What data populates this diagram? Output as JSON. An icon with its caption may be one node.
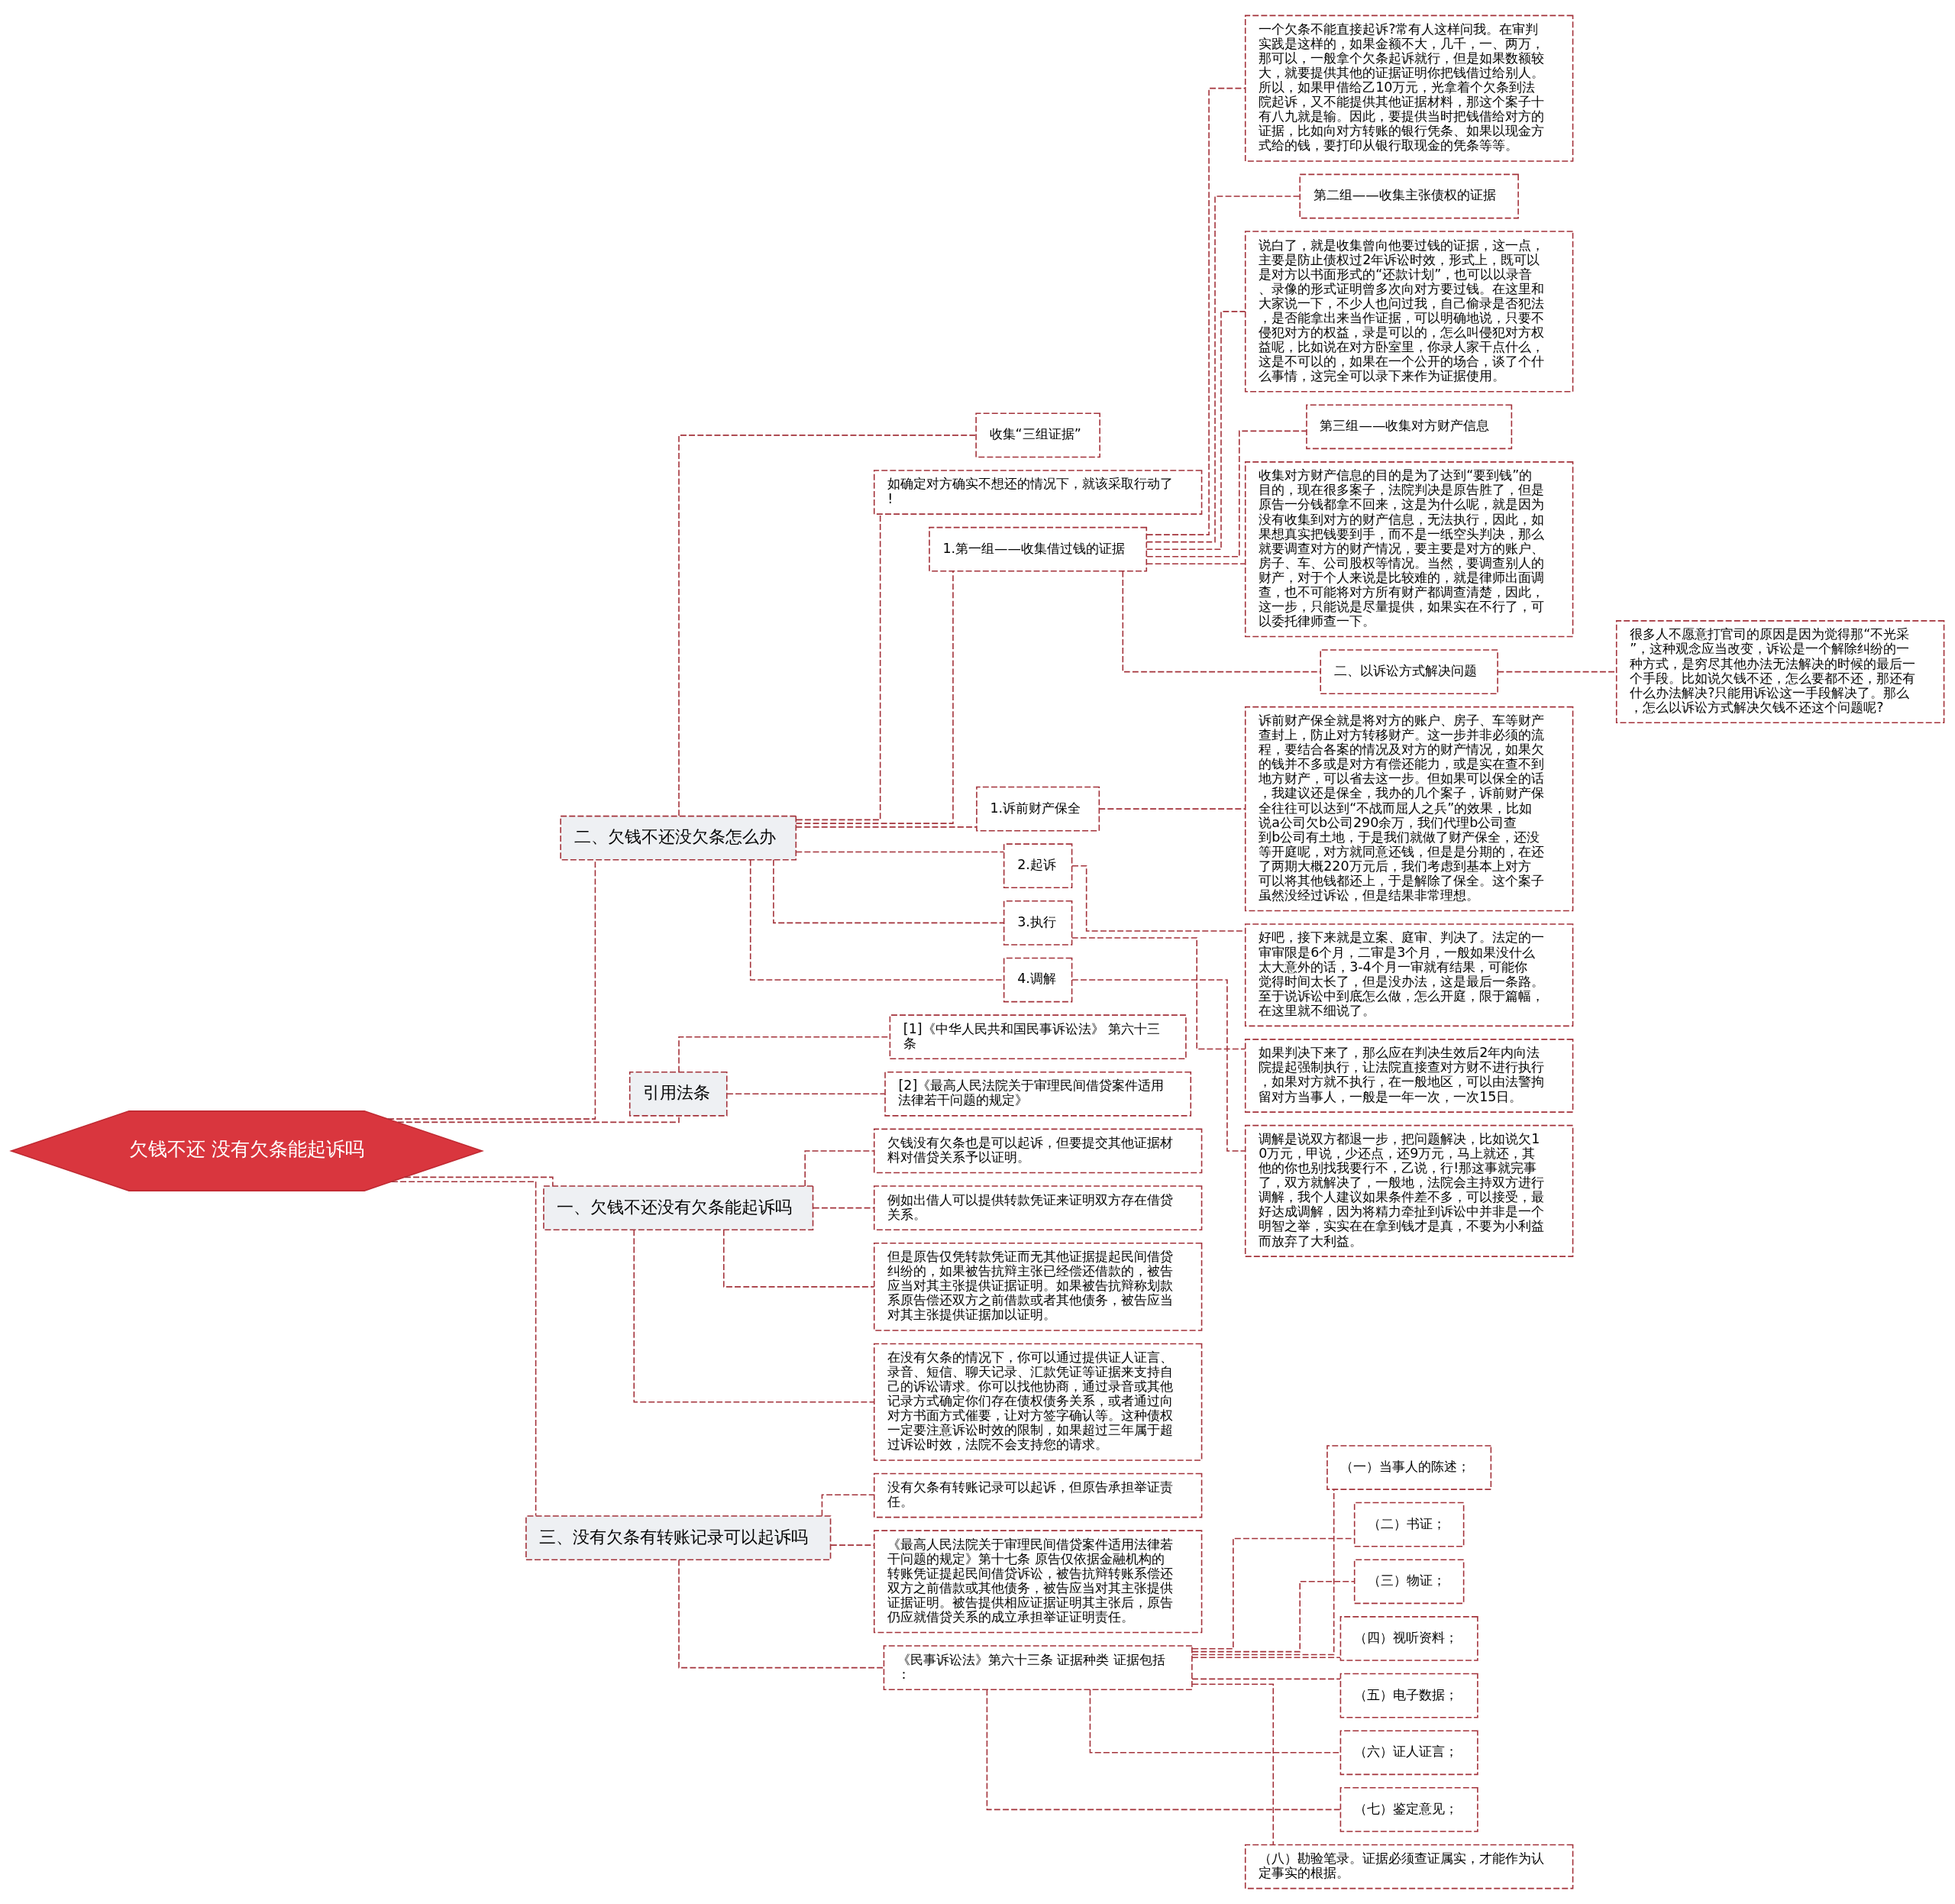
{
  "diagram": {
    "nodes": [
      {
        "text": [
          "欠钱不还 没有欠条能起诉吗"
        ]
      },
      {
        "text": [
          "二、欠钱不还没欠条怎么办"
        ]
      },
      {
        "text": [
          "收集“三组证据”"
        ]
      },
      {
        "text": [
          "如确定对方确实不想还的情况下，就该采取行动了!"
        ]
      },
      {
        "text": [
          "1.第一组——收集借过钱的证据"
        ]
      },
      {
        "text": [
          "一个欠条不能直接起诉?常有人这样问我。在审判实践是这样的，如果金额不大，几千，一、两万，那可以，一般拿个欠条起诉就行，但是如果数额较大，就要提供其他的证据证明你把钱借过给别人。所以，如果甲借给乙10万元，光拿着个欠条到法院起诉，又不能提供其他证据材料，那这个案子十有八九就是输。因此，要提供当时把钱借给对方的证据，比如向对方转账的银行凭条、如果以现金方式给的钱，要打印从银行取现金的凭条等等。"
        ]
      },
      {
        "text": [
          "第二组——收集主张债权的证据"
        ]
      },
      {
        "text": [
          "说白了，就是收集曾向他要过钱的证据，这一点，主要是防止债权过2年诉讼时效，形式上，既可以是对方以书面形式的“还款计划”，也可以以录音、录像的形式证明曾多次向对方要过钱。在这里和大家说一下，不少人也问过我，自己偷录是否犯法，是否能拿出来当作证据，可以明确地说，只要不侵犯对方的权益，录是可以的，怎么叫侵犯对方权益呢，比如说在对方卧室里，你录人家干点什么，这是不可以的，如果在一个公开的场合，谈了个什么事情，这完全可以录下来作为证据使用。"
        ]
      },
      {
        "text": [
          "第三组——收集对方财产信息"
        ]
      },
      {
        "text": [
          "收集对方财产信息的目的是为了达到“要到钱”的目的，现在很多案子，法院判决是原告胜了，但是原告一分钱都拿不回来，这是为什么呢，就是因为没有收集到对方的财产信息，无法执行，因此，如果想真实把钱要到手，而不是一纸空头判决，那么就要调查对方的财产情况，要主要是对方的账户、房子、车、公司股权等情况。当然，要调查别人的财产，对于个人来说是比较难的，就是律师出面调查，也不可能将对方所有财产都调查清楚，因此，这一步，只能说是尽量提供，如果实在不行了，可以委托律师查一下。"
        ]
      },
      {
        "text": [
          "二、以诉讼方式解决问题"
        ]
      },
      {
        "text": [
          "很多人不愿意打官司的原因是因为觉得那“不光采”，这种观念应当改变，诉讼是一个解除纠纷的一种方式，是穷尽其他办法无法解决的时候的最后一个手段。比如说欠钱不还，怎么要都不还，那还有什么办法解决?只能用诉讼这一手段解决了。那么，怎么以诉讼方式解决欠钱不还这个问题呢?"
        ]
      },
      {
        "text": [
          "1.诉前财产保全"
        ]
      },
      {
        "text": [
          "诉前财产保全就是将对方的账户、房子、车等财产查封上，防止对方转移财产。这一步并非必须的流程，要结合各案的情况及对方的财产情况，如果欠的钱并不多或是对方有偿还能力，或是实在查不到地方财产，可以省去这一步。但如果可以保全的话，我建议还是保全，我办的几个案子，诉前财产保全往往可以达到“不战而屈人之兵”的效果，比如说a公司欠b公司290余万，我们代理b公司查到b公司有土地，于是我们就做了财产保全，还没等开庭呢，对方就同意还钱，但是是分期的，在还了两期大概220万元后，我们考虑到基本上对方可以将其他钱都还上，于是解除了保全。这个案子虽然没经过诉讼，但是结果非常理想。"
        ]
      },
      {
        "text": [
          "2.起诉"
        ]
      },
      {
        "text": [
          "好吧，接下来就是立案、庭审、判决了。法定的一审审限是6个月，二审是3个月，一般如果没什么太大意外的话，3-4个月一审就有结果，可能你觉得时间太长了，但是没办法，这是最后一条路。至于说诉讼中到底怎么做，怎么开庭，限于篇幅，在这里就不细说了。"
        ]
      },
      {
        "text": [
          "3.执行"
        ]
      },
      {
        "text": [
          "如果判决下来了，那么应在判决生效后2年内向法院提起强制执行，让法院直接查对方财不进行执行，如果对方就不执行，在一般地区，可以由法警拘留对方当事人，一般是一年一次，一次15日。"
        ]
      },
      {
        "text": [
          "4.调解"
        ]
      },
      {
        "text": [
          "调解是说双方都退一步，把问题解决，比如说欠10万元，甲说，少还点，还9万元，马上就还，其他的你也别找我要行不，乙说，行!那这事就完事了，双方就解决了，一般地，法院会主持双方进行调解，我个人建议如果条件差不多，可以接受，最好达成调解，因为将精力牵扯到诉讼中并非是一个明智之举，实实在在拿到钱才是真，不要为小利益而放弃了大利益。"
        ]
      },
      {
        "text": [
          "引用法条"
        ]
      },
      {
        "text": [
          "[1]《中华人民共和国民事诉讼法》 第六十三条"
        ]
      },
      {
        "text": [
          "[2]《最高人民法院关于审理民间借贷案件适用法律若干问题的规定》"
        ]
      },
      {
        "text": [
          "一、欠钱不还没有欠条能起诉吗"
        ]
      },
      {
        "text": [
          "欠钱没有欠条也是可以起诉，但要提交其他证据材料对借贷关系予以证明。"
        ]
      },
      {
        "text": [
          "例如出借人可以提供转款凭证来证明双方存在借贷关系。"
        ]
      },
      {
        "text": [
          "但是原告仅凭转款凭证而无其他证据提起民间借贷纠纷的，如果被告抗辩主张已经偿还借款的，被告应当对其主张提供证据证明。如果被告抗辩称划款系原告偿还双方之前借款或者其他债务，被告应当对其主张提供证据加以证明。"
        ]
      },
      {
        "text": [
          "在没有欠条的情况下，你可以通过提供证人证言、录音、短信、聊天记录、汇款凭证等证据来支持自己的诉讼请求。你可以找他协商，通过录音或其他记录方式确定你们存在债权债务关系，或者通过向对方书面方式催要，让对方签字确认等。这种债权一定要注意诉讼时效的限制，如果超过三年属于超过诉讼时效，法院不会支持您的请求。"
        ]
      },
      {
        "text": [
          "三、没有欠条有转账记录可以起诉吗"
        ]
      },
      {
        "text": [
          "没有欠条有转账记录可以起诉，但原告承担举证责任。"
        ]
      },
      {
        "text": [
          "《最高人民法院关于审理民间借贷案件适用法律若干问题的规定》第十七条 原告仅依据金融机构的转账凭证提起民间借贷诉讼，被告抗辩转账系偿还双方之前借款或其他债务，被告应当对其主张提供证据证明。被告提供相应证据证明其主张后，原告仍应就借贷关系的成立承担举证证明责任。"
        ]
      },
      {
        "text": [
          "《民事诉讼法》第六十三条 证据种类 证据包括："
        ]
      },
      {
        "text": [
          "（一）当事人的陈述；"
        ]
      },
      {
        "text": [
          "（二）书证；"
        ]
      },
      {
        "text": [
          "（三）物证；"
        ]
      },
      {
        "text": [
          "（四）视听资料；"
        ]
      },
      {
        "text": [
          "（五）电子数据；"
        ]
      },
      {
        "text": [
          "（六）证人证言；"
        ]
      },
      {
        "text": [
          "（七）鉴定意见；"
        ]
      },
      {
        "text": [
          "（八）勘验笔录。证据必须查证属实，才能作为认定事实的根据。"
        ]
      }
    ],
    "edges": [
      {
        "from": 0,
        "to": 1,
        "arrow": "none",
        "style": "dashed"
      },
      {
        "from": 1,
        "to": 2,
        "arrow": "none",
        "style": "dashed"
      },
      {
        "from": 1,
        "to": 3,
        "arrow": "none",
        "style": "dashed"
      },
      {
        "from": 1,
        "to": 4,
        "arrow": "none",
        "style": "dashed"
      },
      {
        "from": 4,
        "to": 5,
        "arrow": "none",
        "style": "dashed"
      },
      {
        "from": 4,
        "to": 6,
        "arrow": "none",
        "style": "dashed"
      },
      {
        "from": 4,
        "to": 7,
        "arrow": "none",
        "style": "dashed"
      },
      {
        "from": 4,
        "to": 8,
        "arrow": "none",
        "style": "dashed"
      },
      {
        "from": 4,
        "to": 9,
        "arrow": "none",
        "style": "dashed"
      },
      {
        "from": 4,
        "to": 10,
        "arrow": "none",
        "style": "dashed"
      },
      {
        "from": 10,
        "to": 11,
        "arrow": "none",
        "style": "dashed"
      },
      {
        "from": 1,
        "to": 12,
        "arrow": "none",
        "style": "dashed"
      },
      {
        "from": 12,
        "to": 13,
        "arrow": "none",
        "style": "dashed"
      },
      {
        "from": 1,
        "to": 14,
        "arrow": "none",
        "style": "dashed"
      },
      {
        "from": 14,
        "to": 15,
        "arrow": "none",
        "style": "dashed"
      },
      {
        "from": 1,
        "to": 16,
        "arrow": "none",
        "style": "dashed"
      },
      {
        "from": 16,
        "to": 17,
        "arrow": "none",
        "style": "dashed"
      },
      {
        "from": 1,
        "to": 18,
        "arrow": "none",
        "style": "dashed"
      },
      {
        "from": 18,
        "to": 19,
        "arrow": "none",
        "style": "dashed"
      },
      {
        "from": 0,
        "to": 20,
        "arrow": "none",
        "style": "dashed"
      },
      {
        "from": 20,
        "to": 21,
        "arrow": "none",
        "style": "dashed"
      },
      {
        "from": 20,
        "to": 22,
        "arrow": "none",
        "style": "dashed"
      },
      {
        "from": 0,
        "to": 23,
        "arrow": "none",
        "style": "dashed"
      },
      {
        "from": 23,
        "to": 24,
        "arrow": "none",
        "style": "dashed"
      },
      {
        "from": 23,
        "to": 25,
        "arrow": "none",
        "style": "dashed"
      },
      {
        "from": 23,
        "to": 26,
        "arrow": "none",
        "style": "dashed"
      },
      {
        "from": 23,
        "to": 27,
        "arrow": "none",
        "style": "dashed"
      },
      {
        "from": 0,
        "to": 28,
        "arrow": "none",
        "style": "dashed"
      },
      {
        "from": 28,
        "to": 29,
        "arrow": "none",
        "style": "dashed"
      },
      {
        "from": 28,
        "to": 30,
        "arrow": "none",
        "style": "dashed"
      },
      {
        "from": 28,
        "to": 31,
        "arrow": "none",
        "style": "dashed"
      },
      {
        "from": 31,
        "to": 32,
        "arrow": "none",
        "style": "dashed"
      },
      {
        "from": 31,
        "to": 33,
        "arrow": "none",
        "style": "dashed"
      },
      {
        "from": 31,
        "to": 34,
        "arrow": "none",
        "style": "dashed"
      },
      {
        "from": 31,
        "to": 35,
        "arrow": "none",
        "style": "dashed"
      },
      {
        "from": 31,
        "to": 36,
        "arrow": "none",
        "style": "dashed"
      },
      {
        "from": 31,
        "to": 37,
        "arrow": "none",
        "style": "dashed"
      },
      {
        "from": 31,
        "to": 38,
        "arrow": "none",
        "style": "dashed"
      },
      {
        "from": 31,
        "to": 39,
        "arrow": "none",
        "style": "dashed"
      }
    ]
  }
}
